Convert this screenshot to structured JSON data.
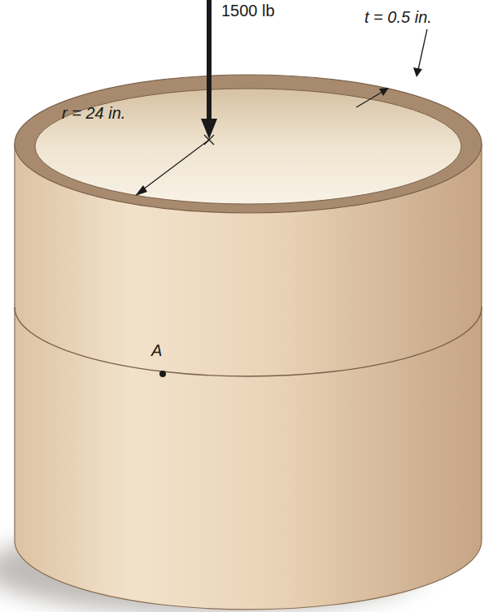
{
  "diagram": {
    "labels": [
      "1500 lb",
      "t = 0.5 in.",
      "r = 24 in.",
      "A"
    ]
  }
}
